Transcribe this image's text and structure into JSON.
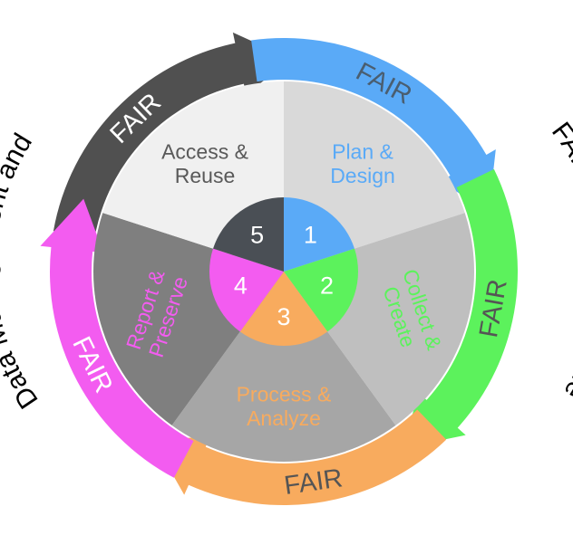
{
  "title_left": "Data Management and",
  "title_right": "FAIRification Life Cycle",
  "colors": {
    "blue": "#5aaaf7",
    "green": "#5cf25c",
    "orange": "#f8ab5e",
    "magenta": "#f35cf0",
    "dark": "#4a4f55",
    "arrow_dark": "#505050"
  },
  "arrows": [
    {
      "id": "dark",
      "text": "FAIR",
      "color": "#505050",
      "text_color": "#ffffff"
    },
    {
      "id": "blue",
      "text": "FAIR",
      "color": "#5aaaf7",
      "text_color": "#4a5e70"
    },
    {
      "id": "green",
      "text": "FAIR",
      "color": "#5cf25c",
      "text_color": "#555555"
    },
    {
      "id": "orange",
      "text": "FAIR",
      "color": "#f8ab5e",
      "text_color": "#555555"
    },
    {
      "id": "magenta",
      "text": "FAIR",
      "color": "#f35cf0",
      "text_color": "#ffffff"
    }
  ],
  "segments": [
    {
      "number": "1",
      "label_lines": [
        "Plan &",
        "Design"
      ],
      "fill": "#d9d9d9",
      "text_color": "#5aaaf7",
      "inner_color": "#5aaaf7"
    },
    {
      "number": "2",
      "label_lines": [
        "Collect &",
        "Create"
      ],
      "fill": "#bfbfbf",
      "text_color": "#5cf25c",
      "inner_color": "#5cf25c"
    },
    {
      "number": "3",
      "label_lines": [
        "Process &",
        "Analyze"
      ],
      "fill": "#a6a6a6",
      "text_color": "#f8ab5e",
      "inner_color": "#f8ab5e"
    },
    {
      "number": "4",
      "label_lines": [
        "Report &",
        "Preserve"
      ],
      "fill": "#7f7f7f",
      "text_color": "#f35cf0",
      "inner_color": "#f35cf0"
    },
    {
      "number": "5",
      "label_lines": [
        "Access &",
        "Reuse"
      ],
      "fill": "#f0f0f0",
      "text_color": "#595959",
      "inner_color": "#4a4f55"
    }
  ]
}
